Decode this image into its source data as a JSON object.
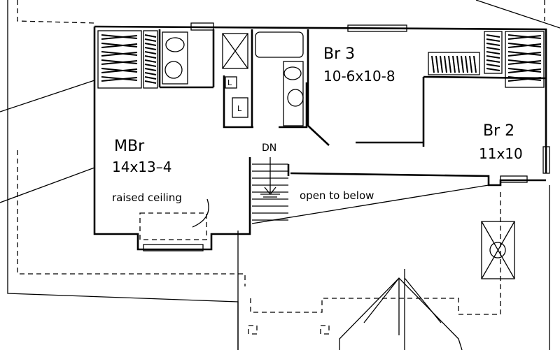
{
  "rooms": {
    "master": {
      "name": "MBr",
      "size": "14x13–4"
    },
    "bedroom3": {
      "name": "Br 3",
      "size": "10-6x10-8"
    },
    "bedroom2": {
      "name": "Br 2",
      "size": "11x10"
    }
  },
  "notes": {
    "stair": "DN",
    "ceiling": "raised ceiling",
    "opening": "open to below"
  },
  "fixtures": {
    "linen_a": "L",
    "linen_b": "L"
  }
}
